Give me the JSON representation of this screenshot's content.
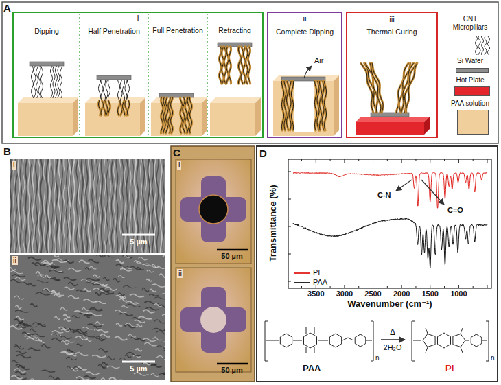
{
  "diagram": {
    "nodes": [
      {
        "text": [
          "i"
        ]
      },
      {
        "text": [
          "Dipping"
        ],
        "in": 0
      },
      {
        "text": [
          "Half Penetration"
        ],
        "in": 0
      },
      {
        "text": [
          "Full Penetration"
        ],
        "in": 0
      },
      {
        "text": [
          "Retracting"
        ],
        "in": 0
      },
      {
        "text": [
          "ii",
          "Complete Dipping"
        ]
      },
      {
        "text": [
          "iii",
          "Thermal Curing"
        ]
      }
    ],
    "labels": [
      "A",
      "Air",
      "B",
      "i",
      "5 µm",
      "ii",
      "5 µm",
      "C",
      "i",
      "50 µm",
      "ii",
      "50 µm",
      "D",
      "Transmittance (%)",
      "3500",
      "3000",
      "2500",
      "2000",
      "1500",
      "1000",
      "Wavenumber (cm⁻¹)",
      "C-N",
      "C=O",
      "PAA",
      "PI",
      "Δ",
      "2H₂O",
      "n",
      "n"
    ],
    "legend": [
      {
        "text": "CNT Micropillars"
      },
      {
        "text": "Si Wafer",
        "color": "#8c8c8c"
      },
      {
        "text": "Hot Plate",
        "color": "#e2262b"
      },
      {
        "text": "PAA solution",
        "color": "#f1cf9c"
      },
      {
        "text": "PI"
      },
      {
        "text": "PAA"
      }
    ]
  }
}
